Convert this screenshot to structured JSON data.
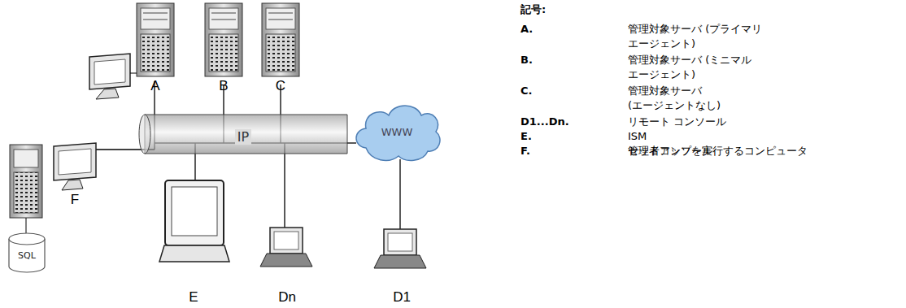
{
  "diagram": {
    "nodes": [
      {
        "text": [
          "IP"
        ]
      },
      {
        "text": [
          "WWW"
        ]
      },
      {
        "text": [
          "SQL"
        ]
      }
    ],
    "edges": [
      {
        "from": 0,
        "to": 1,
        "arrow": "none"
      }
    ],
    "labels": [
      "A",
      "B",
      "C",
      "F",
      "E",
      "Dn",
      "D1",
      "記号:",
      "A.",
      "管理対象サーバ (プライマリ エージェント)",
      "B.",
      "管理対象サーバ (ミニマル エージェント)",
      "C.",
      "管理対象サーバ (エージェントなし)",
      "D1...Dn.",
      "リモート コンソール",
      "E.",
      "ISM セットアップを実行するコンピュータ",
      "F.",
      "管理者コンソール"
    ]
  }
}
